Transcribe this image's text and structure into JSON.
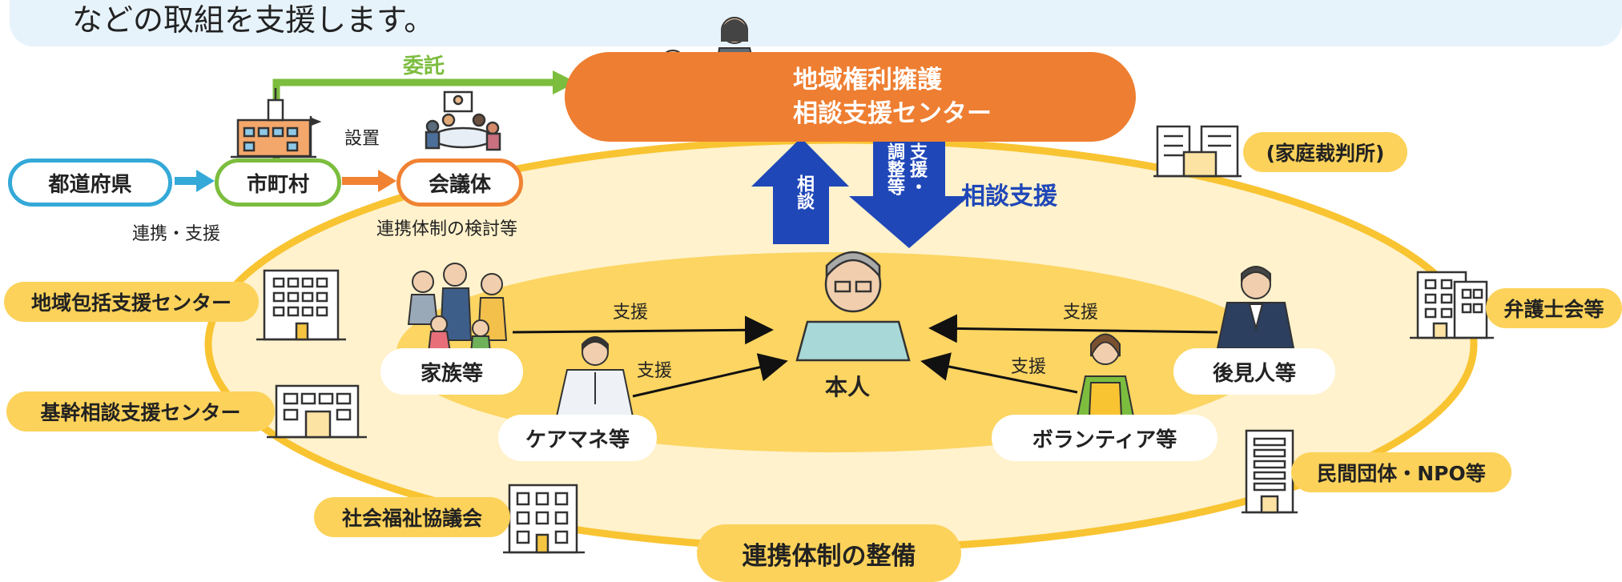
{
  "banner": {
    "text": "などの取組を支援します。"
  },
  "center": {
    "line1": "地域権利擁護",
    "line2": "相談支援センター"
  },
  "flow": {
    "prefecture": "都道府県",
    "municipality": "市町村",
    "council": "会議体",
    "entrust": "委託",
    "setup": "設置",
    "cooperation_support": "連携・支援",
    "council_desc": "連携体制の検討等"
  },
  "arrows": {
    "consult": "相談",
    "support_adjust_col1": "支援・",
    "support_adjust_col2": "調整等",
    "consult_support": "相談支援"
  },
  "outer_nodes": {
    "family_court": "(家庭裁判所)",
    "regional_center": "地域包括支援センター",
    "lawyers": "弁護士会等",
    "core_center": "基幹相談支援センター",
    "npo": "民間団体・NPO等",
    "welfare_council": "社会福祉協議会",
    "network": "連携体制の整備"
  },
  "inner_nodes": {
    "person": "本人",
    "family": "家族等",
    "care_manager": "ケアマネ等",
    "guardian": "後見人等",
    "volunteer": "ボランティア等"
  },
  "support_labels": {
    "family_support": "支援",
    "care_support": "支援",
    "guardian_support": "支援",
    "volunteer_support": "支援"
  },
  "colors": {
    "outer_ellipse": "#fff2cc",
    "outer_border": "#f9c432",
    "inner_ellipse": "#fcd562",
    "center_orange": "#ee7e31",
    "arrow_blue": "#1f47b8",
    "flow_green": "#7cbd3e",
    "flow_blue": "#34a9d8",
    "flow_orange": "#f08232"
  }
}
